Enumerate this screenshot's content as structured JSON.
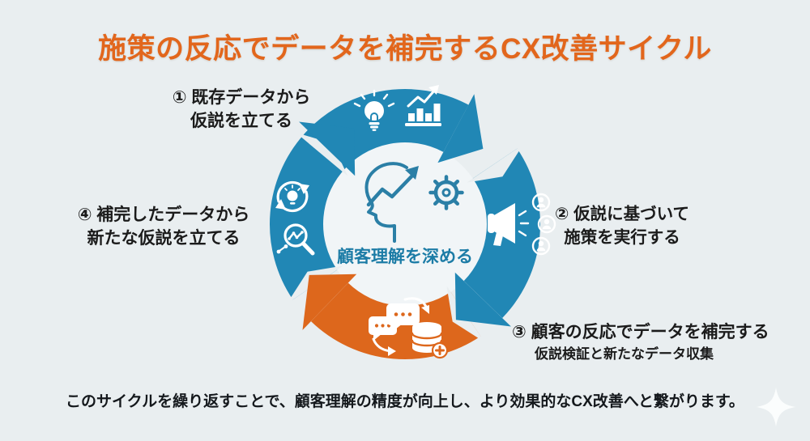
{
  "title": "施策の反応でデータを補完するCX改善サイクル",
  "center": {
    "label": "顧客理解を深める",
    "icon": "head-insight-gear-icon"
  },
  "steps": [
    {
      "line1": "① 既存データから",
      "line2": "仮説を立てる",
      "icon": "lightbulb-barchart-icon"
    },
    {
      "line1": "② 仮説に基づいて",
      "line2": "施策を実行する",
      "icon": "megaphone-audience-icon"
    },
    {
      "line1": "③ 顧客の反応でデータを補完する",
      "line2": "仮説検証と新たなデータ収集",
      "icon": "feedback-to-database-icon"
    },
    {
      "line1": "④ 補完したデータから",
      "line2": "新たな仮説を立てる",
      "icon": "refresh-idea-magnifier-icon"
    }
  ],
  "footer": "このサイクルを繰り返すことで、顧客理解の精度が向上し、より効果的なCX改善へと繋がります。",
  "colors": {
    "background": "#e9eef0",
    "cycle_blue": "#2187b5",
    "cycle_orange": "#dd671c",
    "title_orange": "#e2661c",
    "center_text_teal": "#1c7ca6",
    "body_text": "#1b1b1b"
  },
  "watermark": {
    "icon": "sparkle-icon"
  }
}
